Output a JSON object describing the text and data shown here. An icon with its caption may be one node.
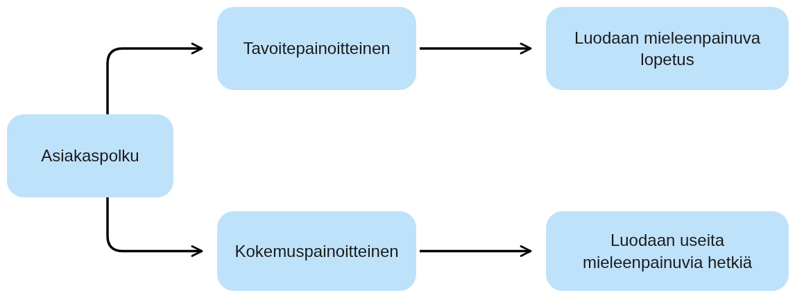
{
  "diagram": {
    "nodes": [
      {
        "text": [
          "Asiakaspolku"
        ]
      },
      {
        "text": [
          "Tavoitepainoitteinen"
        ]
      },
      {
        "text": [
          "Luodaan mieleenpainuva lopetus"
        ]
      },
      {
        "text": [
          "Kokemuspainoitteinen"
        ]
      },
      {
        "text": [
          "Luodaan useita mieleenpainuvia hetkiä"
        ]
      }
    ],
    "edges": [
      {
        "from": 0,
        "to": 1,
        "arrow": "to"
      },
      {
        "from": 1,
        "to": 2,
        "arrow": "to"
      },
      {
        "from": 0,
        "to": 3,
        "arrow": "to"
      },
      {
        "from": 3,
        "to": 4,
        "arrow": "to"
      }
    ]
  }
}
